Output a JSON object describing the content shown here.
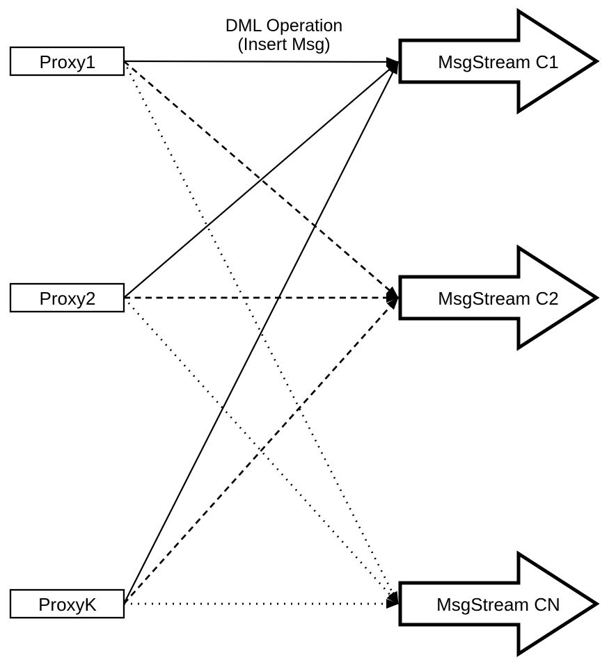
{
  "diagram": {
    "annotation": {
      "line1": "DML Operation",
      "line2": "(Insert Msg)"
    },
    "proxies": [
      {
        "id": "proxy1",
        "label": "Proxy1"
      },
      {
        "id": "proxy2",
        "label": "Proxy2"
      },
      {
        "id": "proxyk",
        "label": "ProxyK"
      }
    ],
    "streams": [
      {
        "id": "c1",
        "label": "MsgStream C1"
      },
      {
        "id": "c2",
        "label": "MsgStream C2"
      },
      {
        "id": "cn",
        "label": "MsgStream CN"
      }
    ],
    "edges": [
      {
        "from": "proxy1",
        "to": "c1",
        "style": "solid"
      },
      {
        "from": "proxy1",
        "to": "c2",
        "style": "dashed"
      },
      {
        "from": "proxy1",
        "to": "cn",
        "style": "dotted"
      },
      {
        "from": "proxy2",
        "to": "c1",
        "style": "solid"
      },
      {
        "from": "proxy2",
        "to": "c2",
        "style": "dashed"
      },
      {
        "from": "proxy2",
        "to": "cn",
        "style": "dotted"
      },
      {
        "from": "proxyk",
        "to": "c1",
        "style": "solid"
      },
      {
        "from": "proxyk",
        "to": "c2",
        "style": "dashed"
      },
      {
        "from": "proxyk",
        "to": "cn",
        "style": "dotted"
      }
    ],
    "colors": {
      "stroke": "#000000",
      "background": "#ffffff"
    }
  }
}
